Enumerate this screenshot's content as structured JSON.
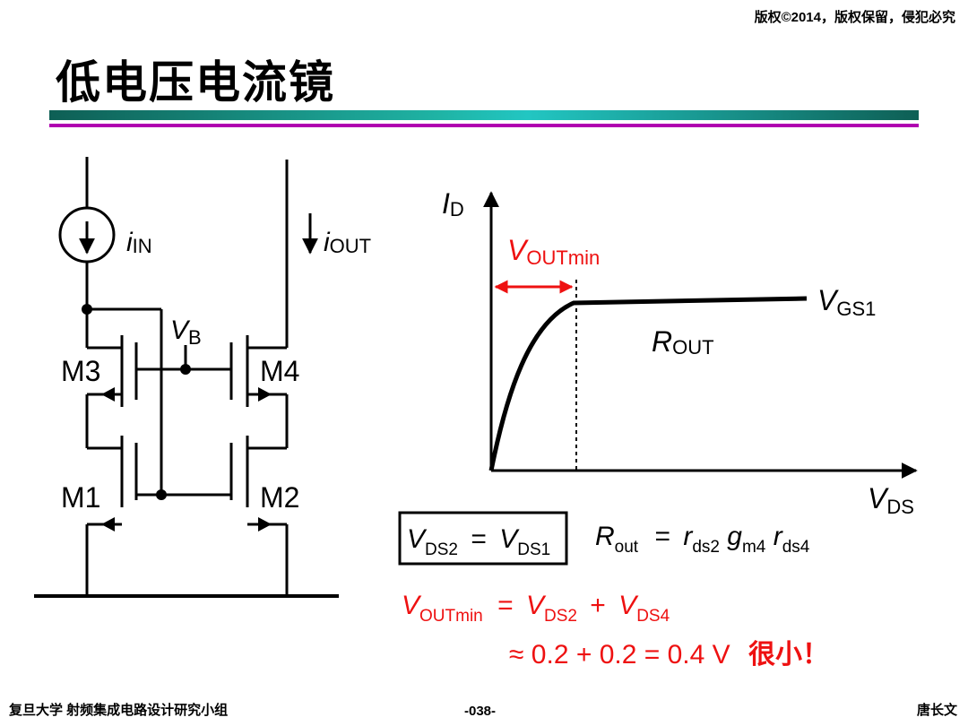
{
  "header": {
    "copyright": "版权©2014，版权保留，侵犯必究"
  },
  "slide": {
    "title": "低电压电流镜"
  },
  "footer": {
    "left": "复旦大学   射频集成电路设计研究小组",
    "page": "-038-",
    "author": "唐长文"
  },
  "circuit": {
    "iin": {
      "main": "i",
      "sub": "IN"
    },
    "iout": {
      "main": "i",
      "sub": "OUT"
    },
    "vb": {
      "main": "V",
      "sub": "B"
    },
    "m1": "M1",
    "m2": "M2",
    "m3": "M3",
    "m4": "M4"
  },
  "graph": {
    "ylabel": {
      "main": "I",
      "sub": "D"
    },
    "xlabel": {
      "main": "V",
      "sub": "DS"
    },
    "voutmin": {
      "main": "V",
      "sub": "OUTmin"
    },
    "rout": {
      "main": "R",
      "sub": "OUT"
    },
    "vgs1": {
      "main": "V",
      "sub": "GS1"
    }
  },
  "equations": {
    "box_lhs": {
      "main": "V",
      "sub": "DS2"
    },
    "box_eq": "=",
    "box_rhs": {
      "main": "V",
      "sub": "DS1"
    },
    "rout_lhs": {
      "main": "R",
      "sub": "out"
    },
    "rout_eq": "=",
    "rout_t1": {
      "main": "r",
      "sub": "ds2"
    },
    "rout_t2": {
      "main": "g",
      "sub": "m4"
    },
    "rout_t3": {
      "main": "r",
      "sub": "ds4"
    },
    "vmin_lhs": {
      "main": "V",
      "sub": "OUTmin"
    },
    "vmin_eq": "=",
    "vmin_t1": {
      "main": "V",
      "sub": "DS2"
    },
    "vmin_plus": "+",
    "vmin_t2": {
      "main": "V",
      "sub": "DS4"
    },
    "approx_line": "≈ 0.2 + 0.2 = 0.4 V",
    "note": "很小！"
  },
  "colors": {
    "accent_red": "#ee1111",
    "bar_teal": "#1fb4a5",
    "bar_magenta": "#b000b0"
  }
}
